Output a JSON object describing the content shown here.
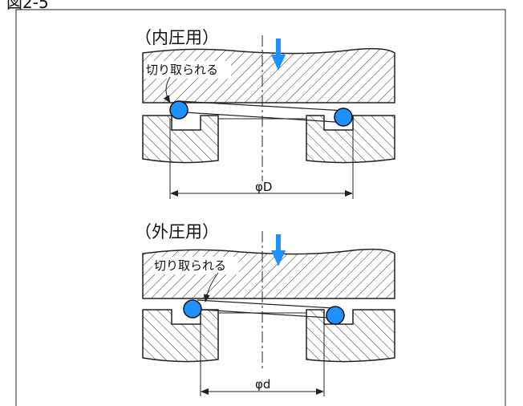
{
  "figure": {
    "title": "図2-5",
    "colors": {
      "ring": "#1e90ff",
      "arrow": "#1e90ff",
      "line": "#222222",
      "background": "#ffffff"
    }
  },
  "top_section": {
    "title": "（内圧用）",
    "cut_label": "切り取られる",
    "dimension_label": "φD"
  },
  "bottom_section": {
    "title": "（外圧用）",
    "cut_label": "切り取られる",
    "dimension_label": "φd"
  }
}
